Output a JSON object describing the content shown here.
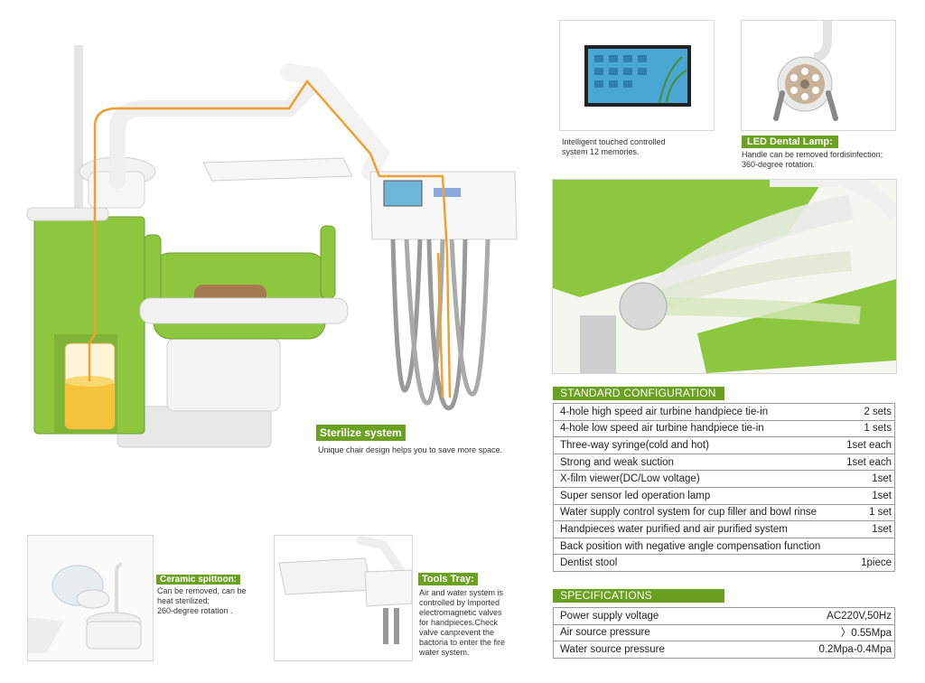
{
  "hero": {
    "title": "Sterilize system",
    "caption": "Unique chair design helps you to save more space."
  },
  "touchscreen": {
    "caption_line1": "Intelligent touched controlled",
    "caption_line2": "system 12 memories."
  },
  "led_lamp": {
    "title": "LED Dental Lamp:",
    "caption_line1": "Handle can be removed fordisinfection;",
    "caption_line2": "360-degree rotation."
  },
  "spittoon": {
    "title": "Ceramic spittoon:",
    "caption_line1": "Can be removed, can be",
    "caption_line2": "heat  sterilized;",
    "caption_line3": "260-degree rotation ."
  },
  "tools_tray": {
    "title": "Tools Tray:",
    "caption_line1": "Air and water system is",
    "caption_line2": "controlled by Imported",
    "caption_line3": "electromagnetic valves",
    "caption_line4": "for handpieces.Check",
    "caption_line5": "valve canprevent the",
    "caption_line6": "bactoria to enter the fire",
    "caption_line7": "water system."
  },
  "standard_configuration": {
    "title": "STANDARD CONFIGURATION",
    "rows": [
      {
        "name": "4-hole high speed air turbine handpiece tie-in",
        "value": "2 sets"
      },
      {
        "name": "4-hole low speed air turbine handpiece tie-in",
        "value": "1 sets"
      },
      {
        "name": "Three-way syringe(cold and hot)",
        "value": "1set each"
      },
      {
        "name": "Strong and weak suction",
        "value": "1set each"
      },
      {
        "name": "X-film viewer(DC/Low voltage)",
        "value": "1set"
      },
      {
        "name": "Super sensor led operation lamp",
        "value": "1set"
      },
      {
        "name": "Water supply control system for cup filler  and bowl rinse",
        "value": "1 set"
      },
      {
        "name": "Handpieces water purified and air purified system",
        "value": "1set"
      },
      {
        "name": "Back position with negative angle compensation function",
        "value": ""
      },
      {
        "name": "Dentist stool",
        "value": "1piece"
      }
    ]
  },
  "specifications": {
    "title": "SPECIFICATIONS",
    "rows": [
      {
        "name": "Power supply voltage",
        "value": "AC220V,50Hz"
      },
      {
        "name": "Air source pressure",
        "value": "〉0.55Mpa"
      },
      {
        "name": "Water source pressure",
        "value": "0.2Mpa-0.4Mpa"
      }
    ]
  },
  "colors": {
    "brand_green": "#6aa121",
    "chair_green": "#8dc63f",
    "pipe_orange": "#f0a030"
  }
}
